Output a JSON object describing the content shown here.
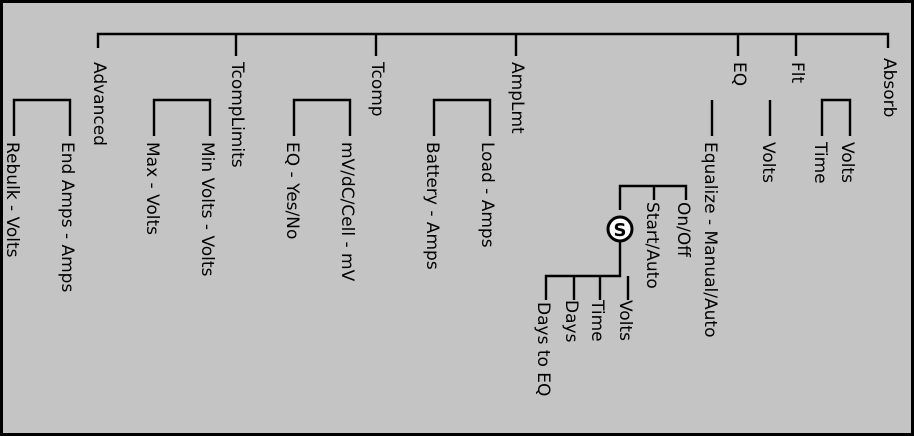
{
  "tree": {
    "menus": [
      {
        "label": "Advanced",
        "items": [
          "End Amps - Amps",
          "Rebulk - Volts"
        ]
      },
      {
        "label": "TcompLimits",
        "items": [
          "Min Volts - Volts",
          "Max - Volts"
        ]
      },
      {
        "label": "Tcomp",
        "items": [
          "mV/dC/Cell - mV",
          "EQ - Yes/No"
        ]
      },
      {
        "label": "AmpLmt",
        "items": [
          "Load - Amps",
          "Battery - Amps"
        ]
      },
      {
        "label": "EQ",
        "items": [
          "Equalize - Manual/Auto"
        ]
      },
      {
        "label": "Flt",
        "items": [
          "Volts"
        ]
      },
      {
        "label": "Absorb",
        "items": [
          "Volts",
          "Time"
        ]
      }
    ],
    "equalize_options": [
      "On/Off",
      "Start/Auto"
    ],
    "schedule_symbol": "S",
    "schedule_items": [
      "Volts",
      "Time",
      "Days",
      "Days to EQ"
    ]
  }
}
